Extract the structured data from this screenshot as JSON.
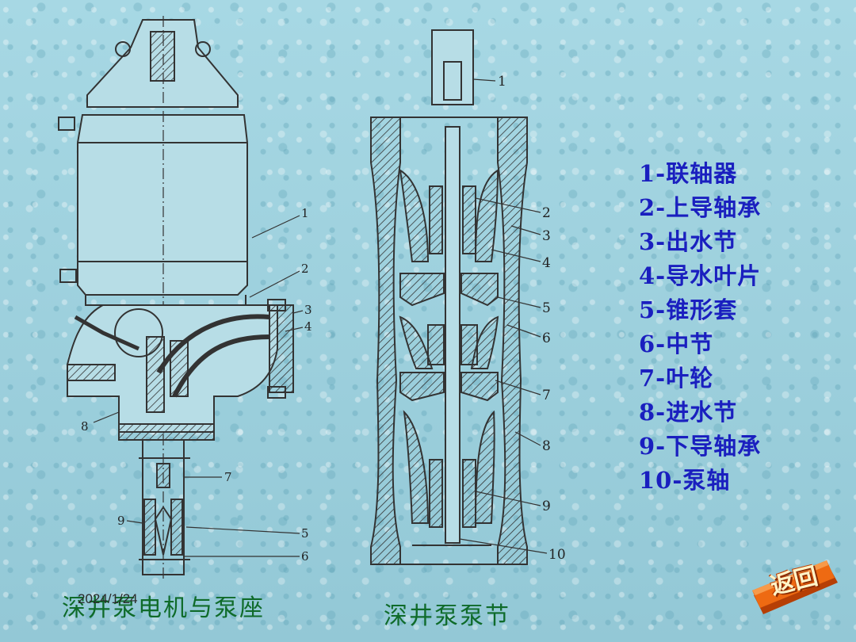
{
  "legend": [
    "1-联轴器",
    "2-上导轴承",
    "3-出水节",
    "4-导水叶片",
    "5-锥形套",
    "6-中节",
    "7-叶轮",
    "8-进水节",
    "9-下导轴承",
    "10-泵轴"
  ],
  "left_figure": {
    "caption": "深井泵电机与泵座",
    "callouts": [
      "1",
      "2",
      "3",
      "4",
      "5",
      "6",
      "7",
      "8",
      "9"
    ]
  },
  "right_figure": {
    "caption": "深井泵泵节",
    "callouts": [
      "1",
      "2",
      "3",
      "4",
      "5",
      "6",
      "7",
      "8",
      "9",
      "10"
    ]
  },
  "date_stamp": "2024/1/24",
  "back_button": {
    "label": "返回"
  },
  "colors": {
    "legend_text": "#1a1fbf",
    "caption_text": "#0f6b2a",
    "button": "#e8650c"
  }
}
